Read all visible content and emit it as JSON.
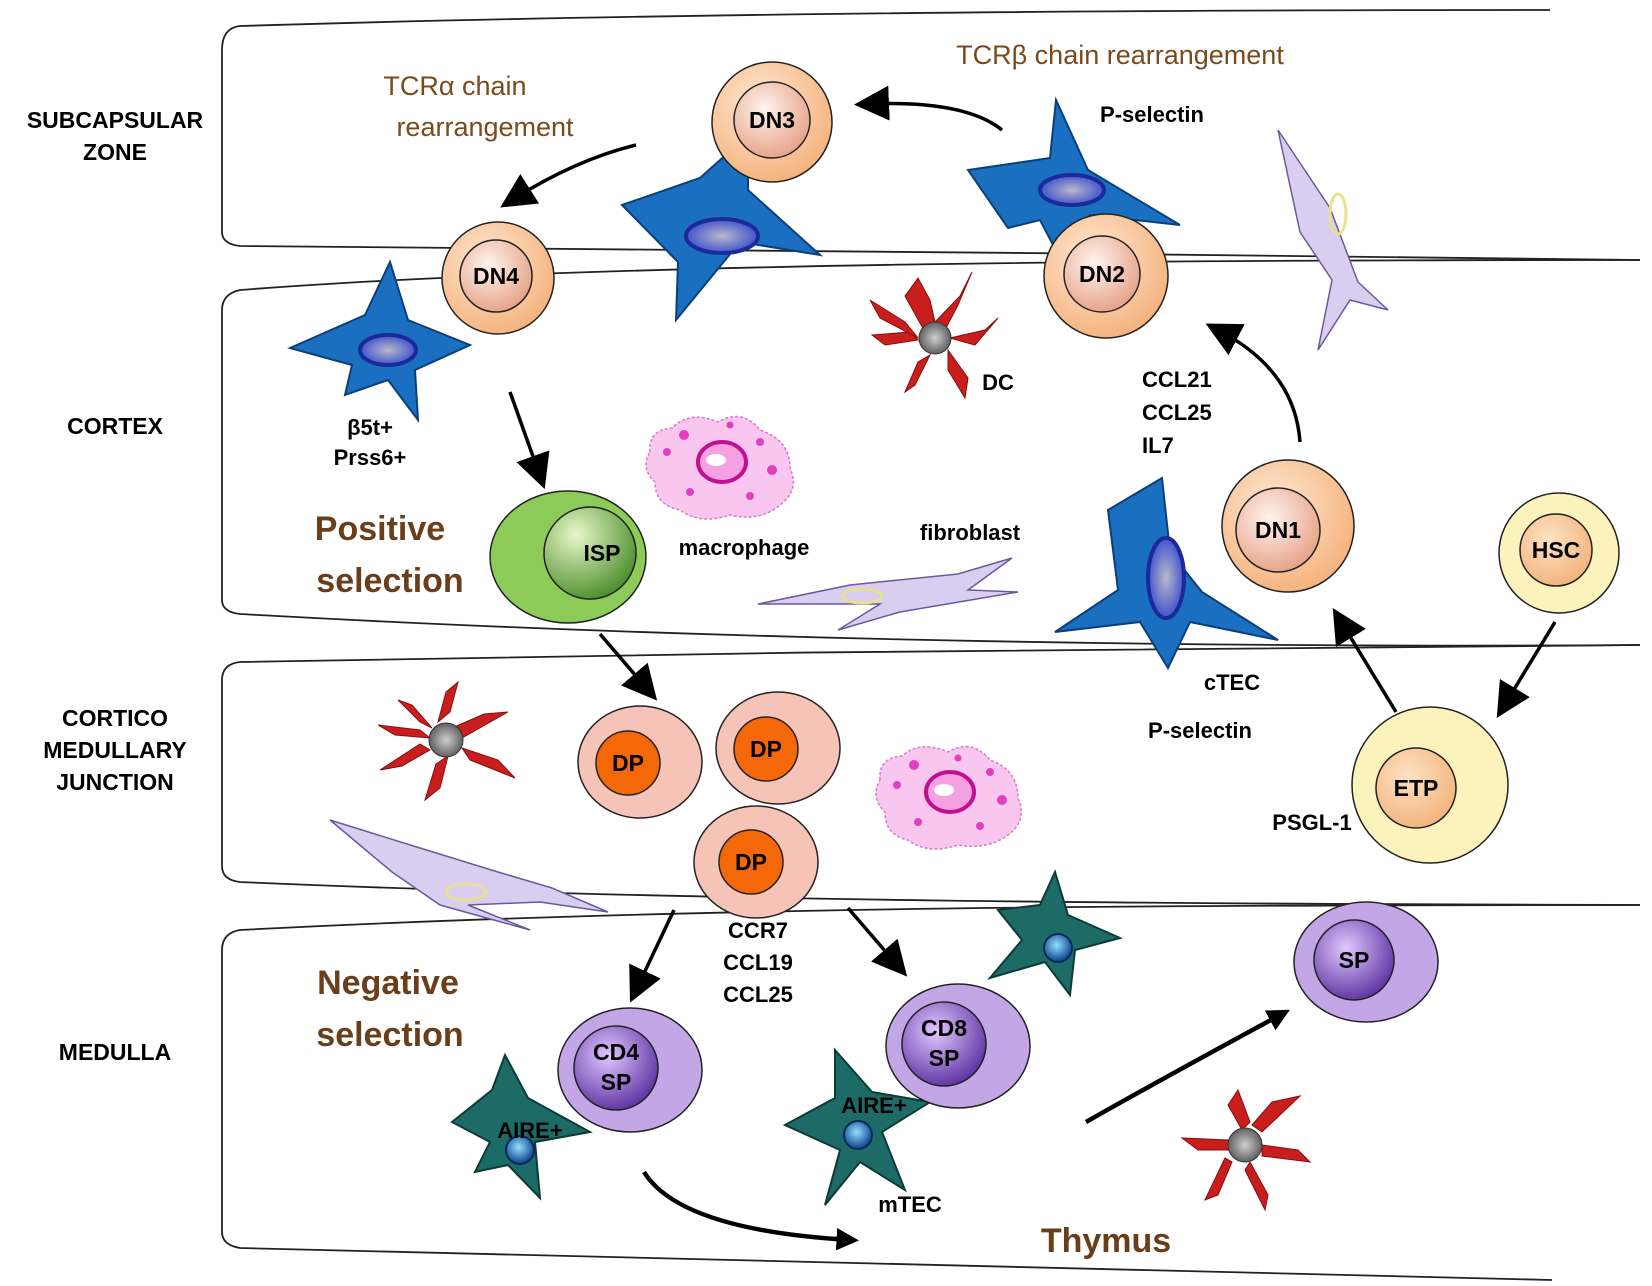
{
  "zones": {
    "subcapsular": [
      "SUBCAPSULAR",
      "ZONE"
    ],
    "cortex": [
      "CORTEX"
    ],
    "cmj": [
      "CORTICO",
      "MEDULLARY",
      "JUNCTION"
    ],
    "medulla": [
      "MEDULLA"
    ]
  },
  "cells": {
    "dn1": "DN1",
    "dn2": "DN2",
    "dn3": "DN3",
    "dn4": "DN4",
    "isp": "ISP",
    "dp": "DP",
    "hsc": "HSC",
    "etp": "ETP",
    "cd4_sp": [
      "CD4",
      "SP"
    ],
    "cd8_sp": [
      "CD8",
      "SP"
    ],
    "sp": "SP"
  },
  "process_labels": {
    "tcra": [
      "TCRα chain",
      "rearrangement"
    ],
    "tcrb": "TCRβ chain rearrangement",
    "positive_selection": [
      "Positive",
      "selection"
    ],
    "negative_selection": [
      "Negative",
      "selection"
    ],
    "thymus": "Thymus"
  },
  "markers": {
    "p_selectin": "P-selectin",
    "beta5t": [
      "β5t+",
      "Prss6+"
    ],
    "dc": "DC",
    "macrophage": "macrophage",
    "fibroblast": "fibroblast",
    "chemokines_cortex": [
      "CCL21",
      "CCL25",
      "IL7"
    ],
    "ctec": "cTEC",
    "psgl1": "PSGL-1",
    "chemokines_cmj": [
      "CCR7",
      "CCL19",
      "CCL25"
    ],
    "aire": "AIRE+",
    "mtec": "mTEC"
  },
  "icons": [
    "star-shaped-epithelial-cell-icon",
    "dendritic-cell-icon",
    "macrophage-icon",
    "fibroblast-icon"
  ],
  "colors": {
    "ctec_blue": "#1a6fc0",
    "mtec_teal": "#1d6b66",
    "dc_red": "#c81e1e",
    "dn_orange": "#f7c79d",
    "dp_orange": "#f5680a",
    "dp_pink": "#f6c4b6",
    "isp_green": "#8ccb57",
    "sp_purple": "#c2a6e6",
    "hsc_yellow": "#fcf3bc",
    "macrophage_pink": "#f8c6ef",
    "fibroblast_lavender": "#d9cef0",
    "label_brown": "#7a4a1c"
  }
}
